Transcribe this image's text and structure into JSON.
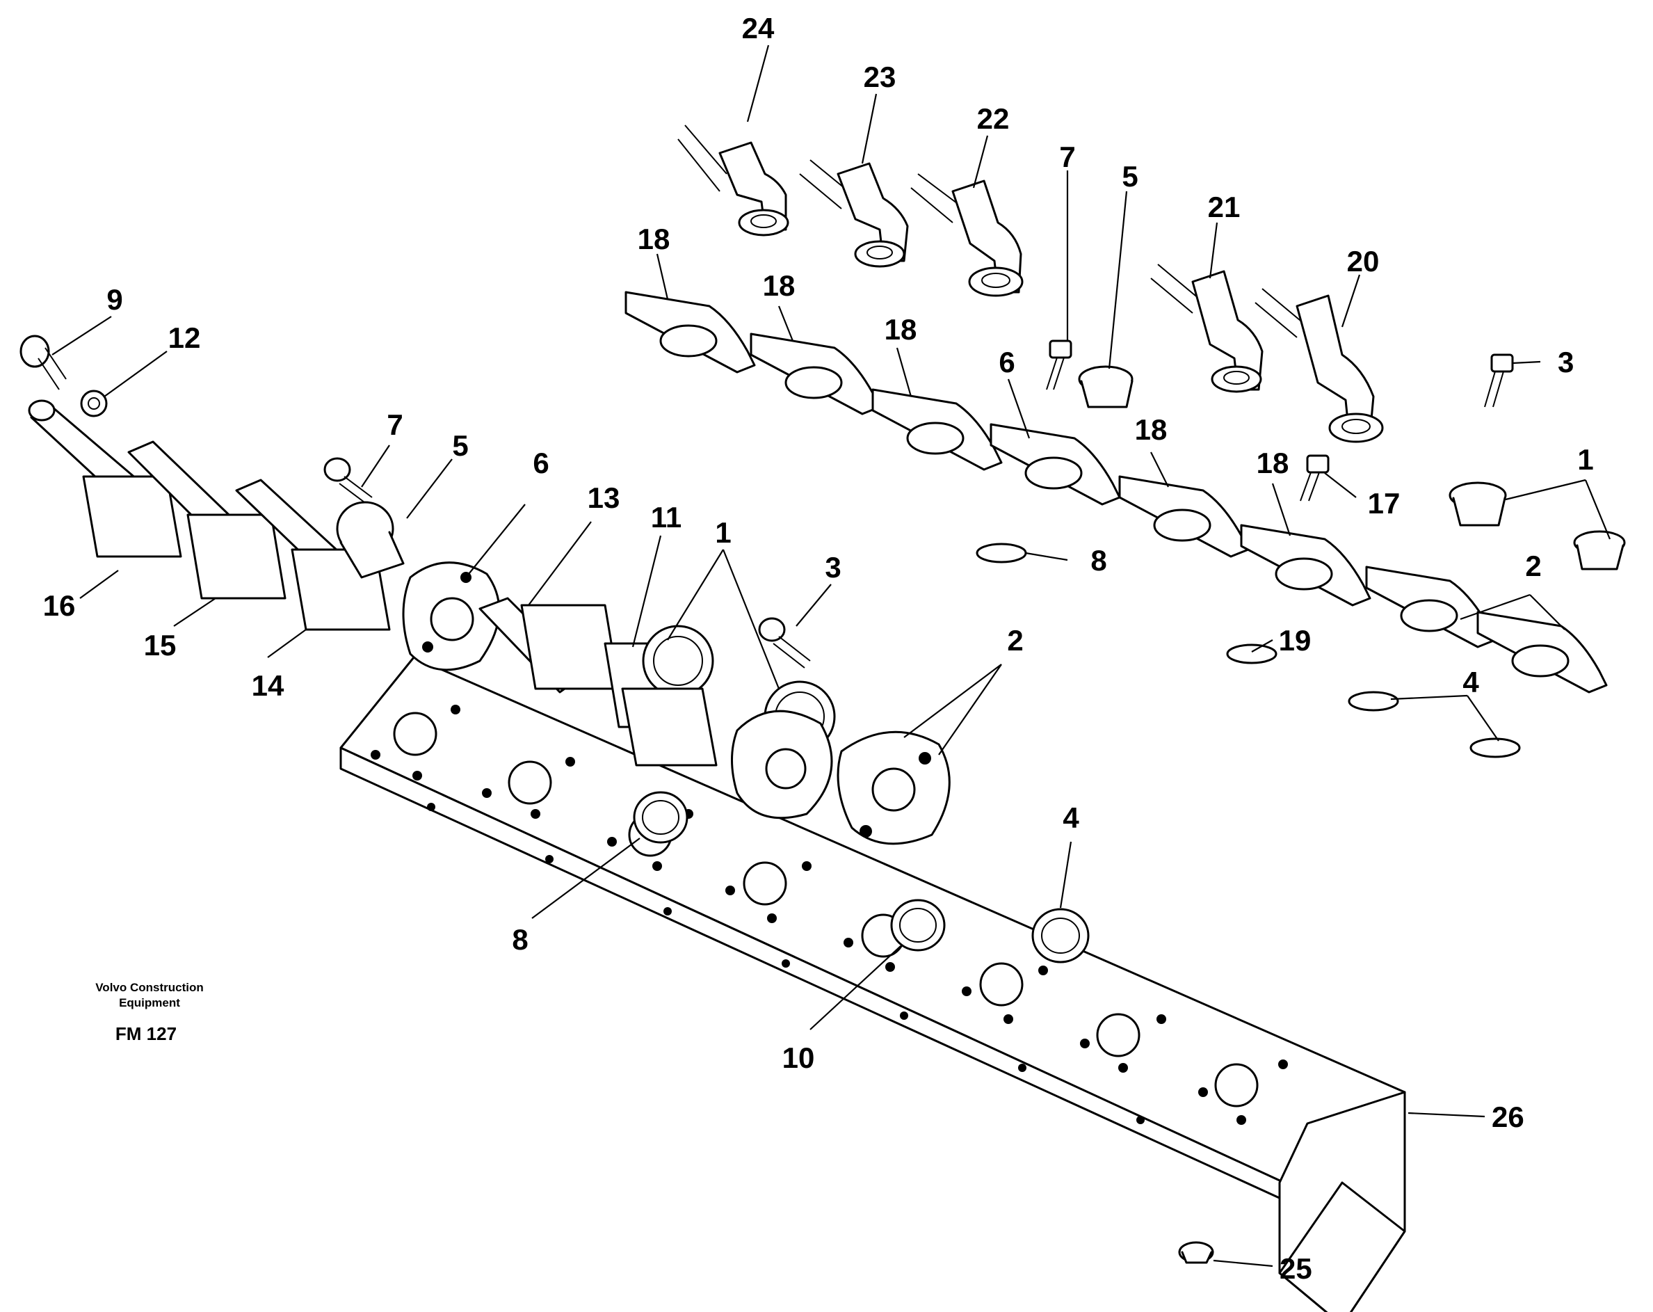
{
  "caption": {
    "line1": "Volvo Construction",
    "line2": "Equipment",
    "code": "FM 127"
  },
  "callouts": {
    "c24": "24",
    "c23": "23",
    "c22": "22",
    "c7_top": "7",
    "c5_top": "5",
    "c21": "21",
    "c20": "20",
    "c18_a": "18",
    "c18_b": "18",
    "c18_c": "18",
    "c6_top": "6",
    "c18_d": "18",
    "c18_e": "18",
    "c3_right": "3",
    "c1_right": "1",
    "c17": "17",
    "c9": "9",
    "c12": "12",
    "c7_left": "7",
    "c5_left": "5",
    "c6_left": "6",
    "c13": "13",
    "c11": "11",
    "c1_mid": "1",
    "c3_mid": "3",
    "c8_upper": "8",
    "c2_right": "2",
    "c2_mid": "2",
    "c19": "19",
    "c4_right": "4",
    "c16": "16",
    "c15": "15",
    "c14": "14",
    "c4_low": "4",
    "c8_low": "8",
    "c10": "10",
    "c26": "26",
    "c25": "25"
  }
}
